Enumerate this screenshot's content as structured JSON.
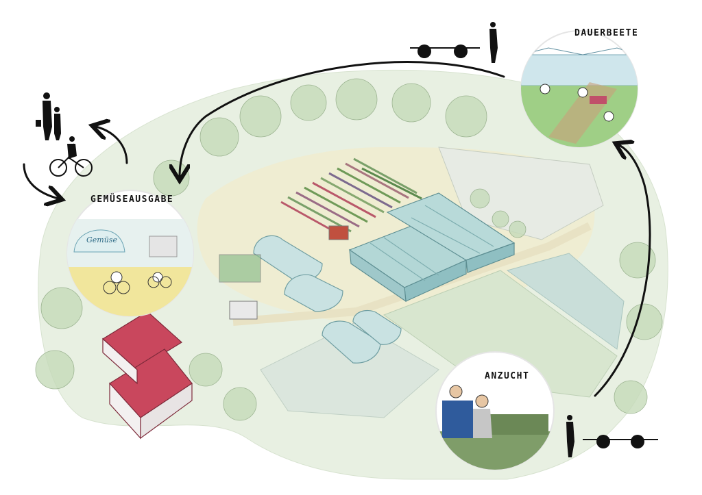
{
  "labels": {
    "dauerbeete": "DAUERBEETE",
    "gemueseausgabe": "GEMÜSEAUSGABE",
    "anzucht": "ANZUCHT"
  },
  "sign_text": "Gemüse",
  "colors": {
    "tree_green": "#cfe0c6",
    "field_green": "#dbe8d5",
    "field_blue": "#cfe1dd",
    "path_yellow": "#efe9c2",
    "greenhouse": "#a8d0d0",
    "barn_red": "#c9475d",
    "ink": "#111111"
  },
  "icons": [
    "people-icon",
    "cyclist-icon",
    "cart-person-icon",
    "cycle-arrow"
  ]
}
